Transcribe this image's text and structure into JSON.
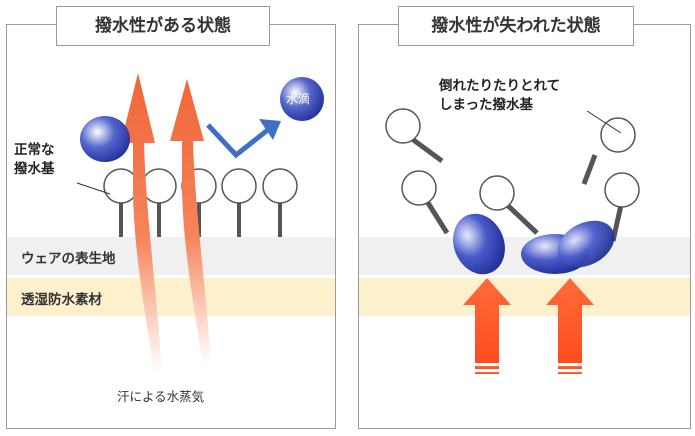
{
  "left_panel": {
    "title": "撥水性がある状態",
    "bands": {
      "fabric_label": "ウェアの表生地",
      "membrane_label": "透湿防水素材"
    },
    "annotation_lines": [
      "正常な",
      "撥水基"
    ],
    "droplet_label": "水滴",
    "vapor_caption": "汗による水蒸気"
  },
  "right_panel": {
    "title": "撥水性が失われた状態",
    "annotation_lines": [
      "倒れたりたりとれて",
      "しまった撥水基"
    ]
  },
  "colors": {
    "fabric": "#f0f0f0",
    "membrane": "#fdf0cc",
    "vapor_arrow": "#f26a3c",
    "heat_arrow": "#ff4c1e",
    "droplet": "#2b3aa8",
    "bounce_arrow": "#3f6fc4",
    "group_stem": "#555555"
  }
}
